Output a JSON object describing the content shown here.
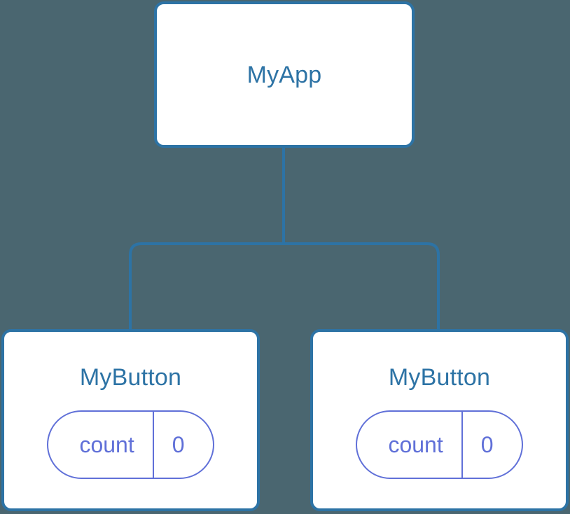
{
  "diagram": {
    "type": "component-tree",
    "background_color": "#4a6670",
    "node_border_color": "#2d73a5",
    "node_title_color": "#2d73a5",
    "node_fill_color": "#ffffff",
    "pill_color": "#6070d8",
    "connector_color": "#2d73a5"
  },
  "root": {
    "title": "MyApp"
  },
  "children": [
    {
      "title": "MyButton",
      "state": {
        "key": "count",
        "value": "0"
      }
    },
    {
      "title": "MyButton",
      "state": {
        "key": "count",
        "value": "0"
      }
    }
  ]
}
